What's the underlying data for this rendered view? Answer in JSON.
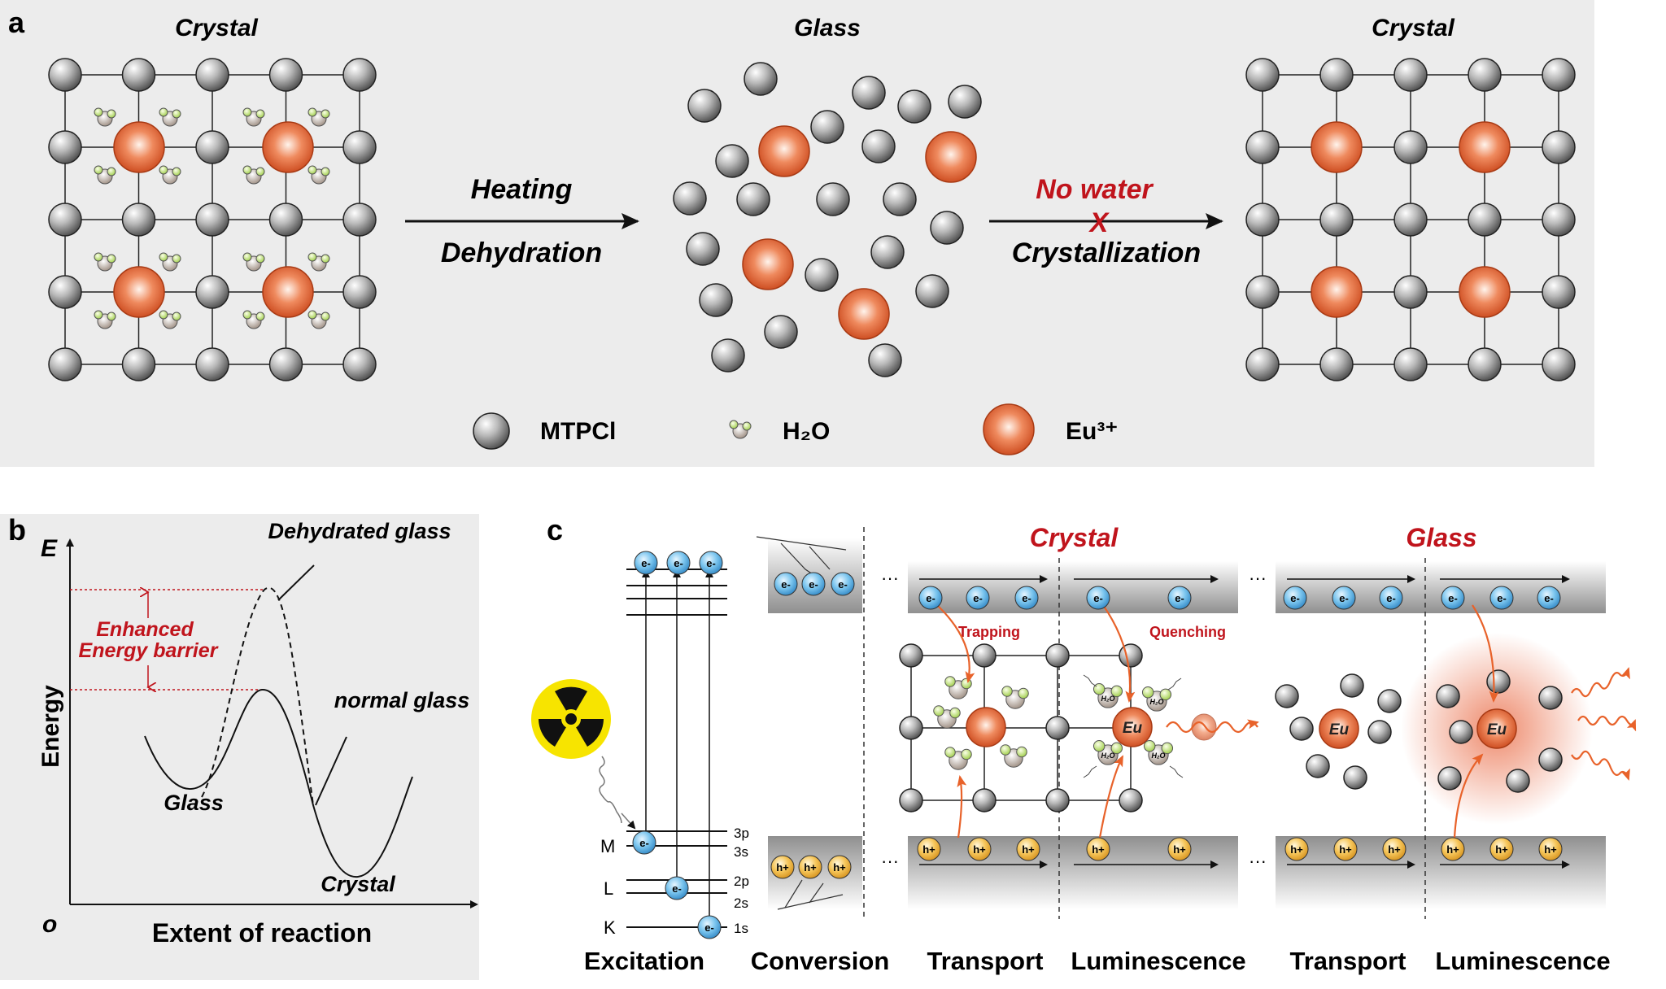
{
  "panel_a": {
    "letter": "a",
    "titles": [
      "Crystal",
      "Glass",
      "Crystal"
    ],
    "arrow1_top": "Heating",
    "arrow1_bottom": "Dehydration",
    "arrow2_top": "No water",
    "arrow2_cross": "X",
    "arrow2_bottom": "Crystallization",
    "legend": [
      {
        "name": "MTPCl",
        "icon": "gray-sphere"
      },
      {
        "name": "H₂O",
        "icon": "water-molecule"
      },
      {
        "name": "Eu³⁺",
        "icon": "orange-sphere"
      }
    ]
  },
  "panel_b": {
    "letter": "b",
    "y_axis_symbol": "E",
    "y_label": "Energy",
    "x_label": "Extent of reaction",
    "origin": "o",
    "barrier_label_1": "Enhanced",
    "barrier_label_2": "Energy barrier",
    "curve_labels": {
      "dehydrated": "Dehydrated glass",
      "normal": "normal glass",
      "glass": "Glass",
      "crystal": "Crystal"
    }
  },
  "panel_c": {
    "letter": "c",
    "crystal_title": "Crystal",
    "glass_title": "Glass",
    "trapping": "Trapping",
    "quenching": "Quenching",
    "shells": [
      "M",
      "L",
      "K"
    ],
    "orbitals": [
      "3p",
      "3s",
      "2p",
      "2s",
      "1s"
    ],
    "electron": "e-",
    "hole": "h+",
    "eu": "Eu",
    "h2o": "H₂O",
    "dots": "···",
    "stages": [
      "Excitation",
      "Conversion",
      "Transport",
      "Luminescence",
      "Transport",
      "Luminescence"
    ]
  },
  "colors": {
    "panel_bg": "#ececec",
    "accent_red": "#c0141c",
    "eu_orange": "#e0572a",
    "arrow_orange": "#e8622a",
    "electron_blue": "#4aa8de",
    "hole_yellow": "#f0b030",
    "radiation_yellow": "#f7e400"
  }
}
